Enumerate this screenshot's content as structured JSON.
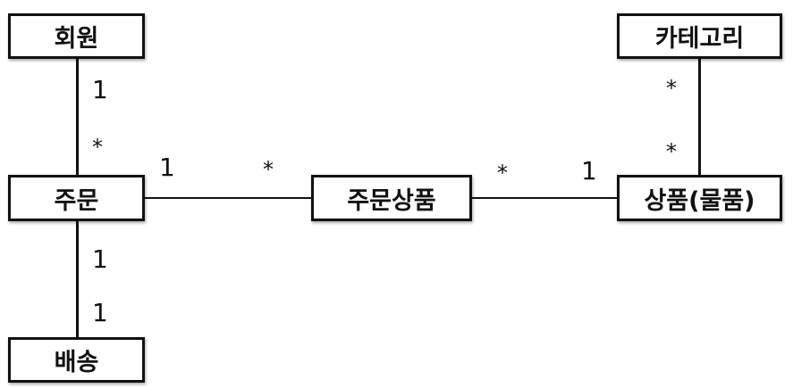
{
  "entities": {
    "member": "회원",
    "order": "주문",
    "delivery": "배송",
    "order_item": "주문상품",
    "category": "카테고리",
    "item": "상품(물품)"
  },
  "multiplicities": {
    "member_order_member_side": "1",
    "member_order_order_side": "*",
    "order_orderitem_order_side": "1",
    "order_orderitem_orderitem_side": "*",
    "orderitem_item_orderitem_side": "*",
    "orderitem_item_item_side": "1",
    "category_item_category_side": "*",
    "category_item_item_side": "*",
    "order_delivery_order_side": "1",
    "order_delivery_delivery_side": "1"
  }
}
